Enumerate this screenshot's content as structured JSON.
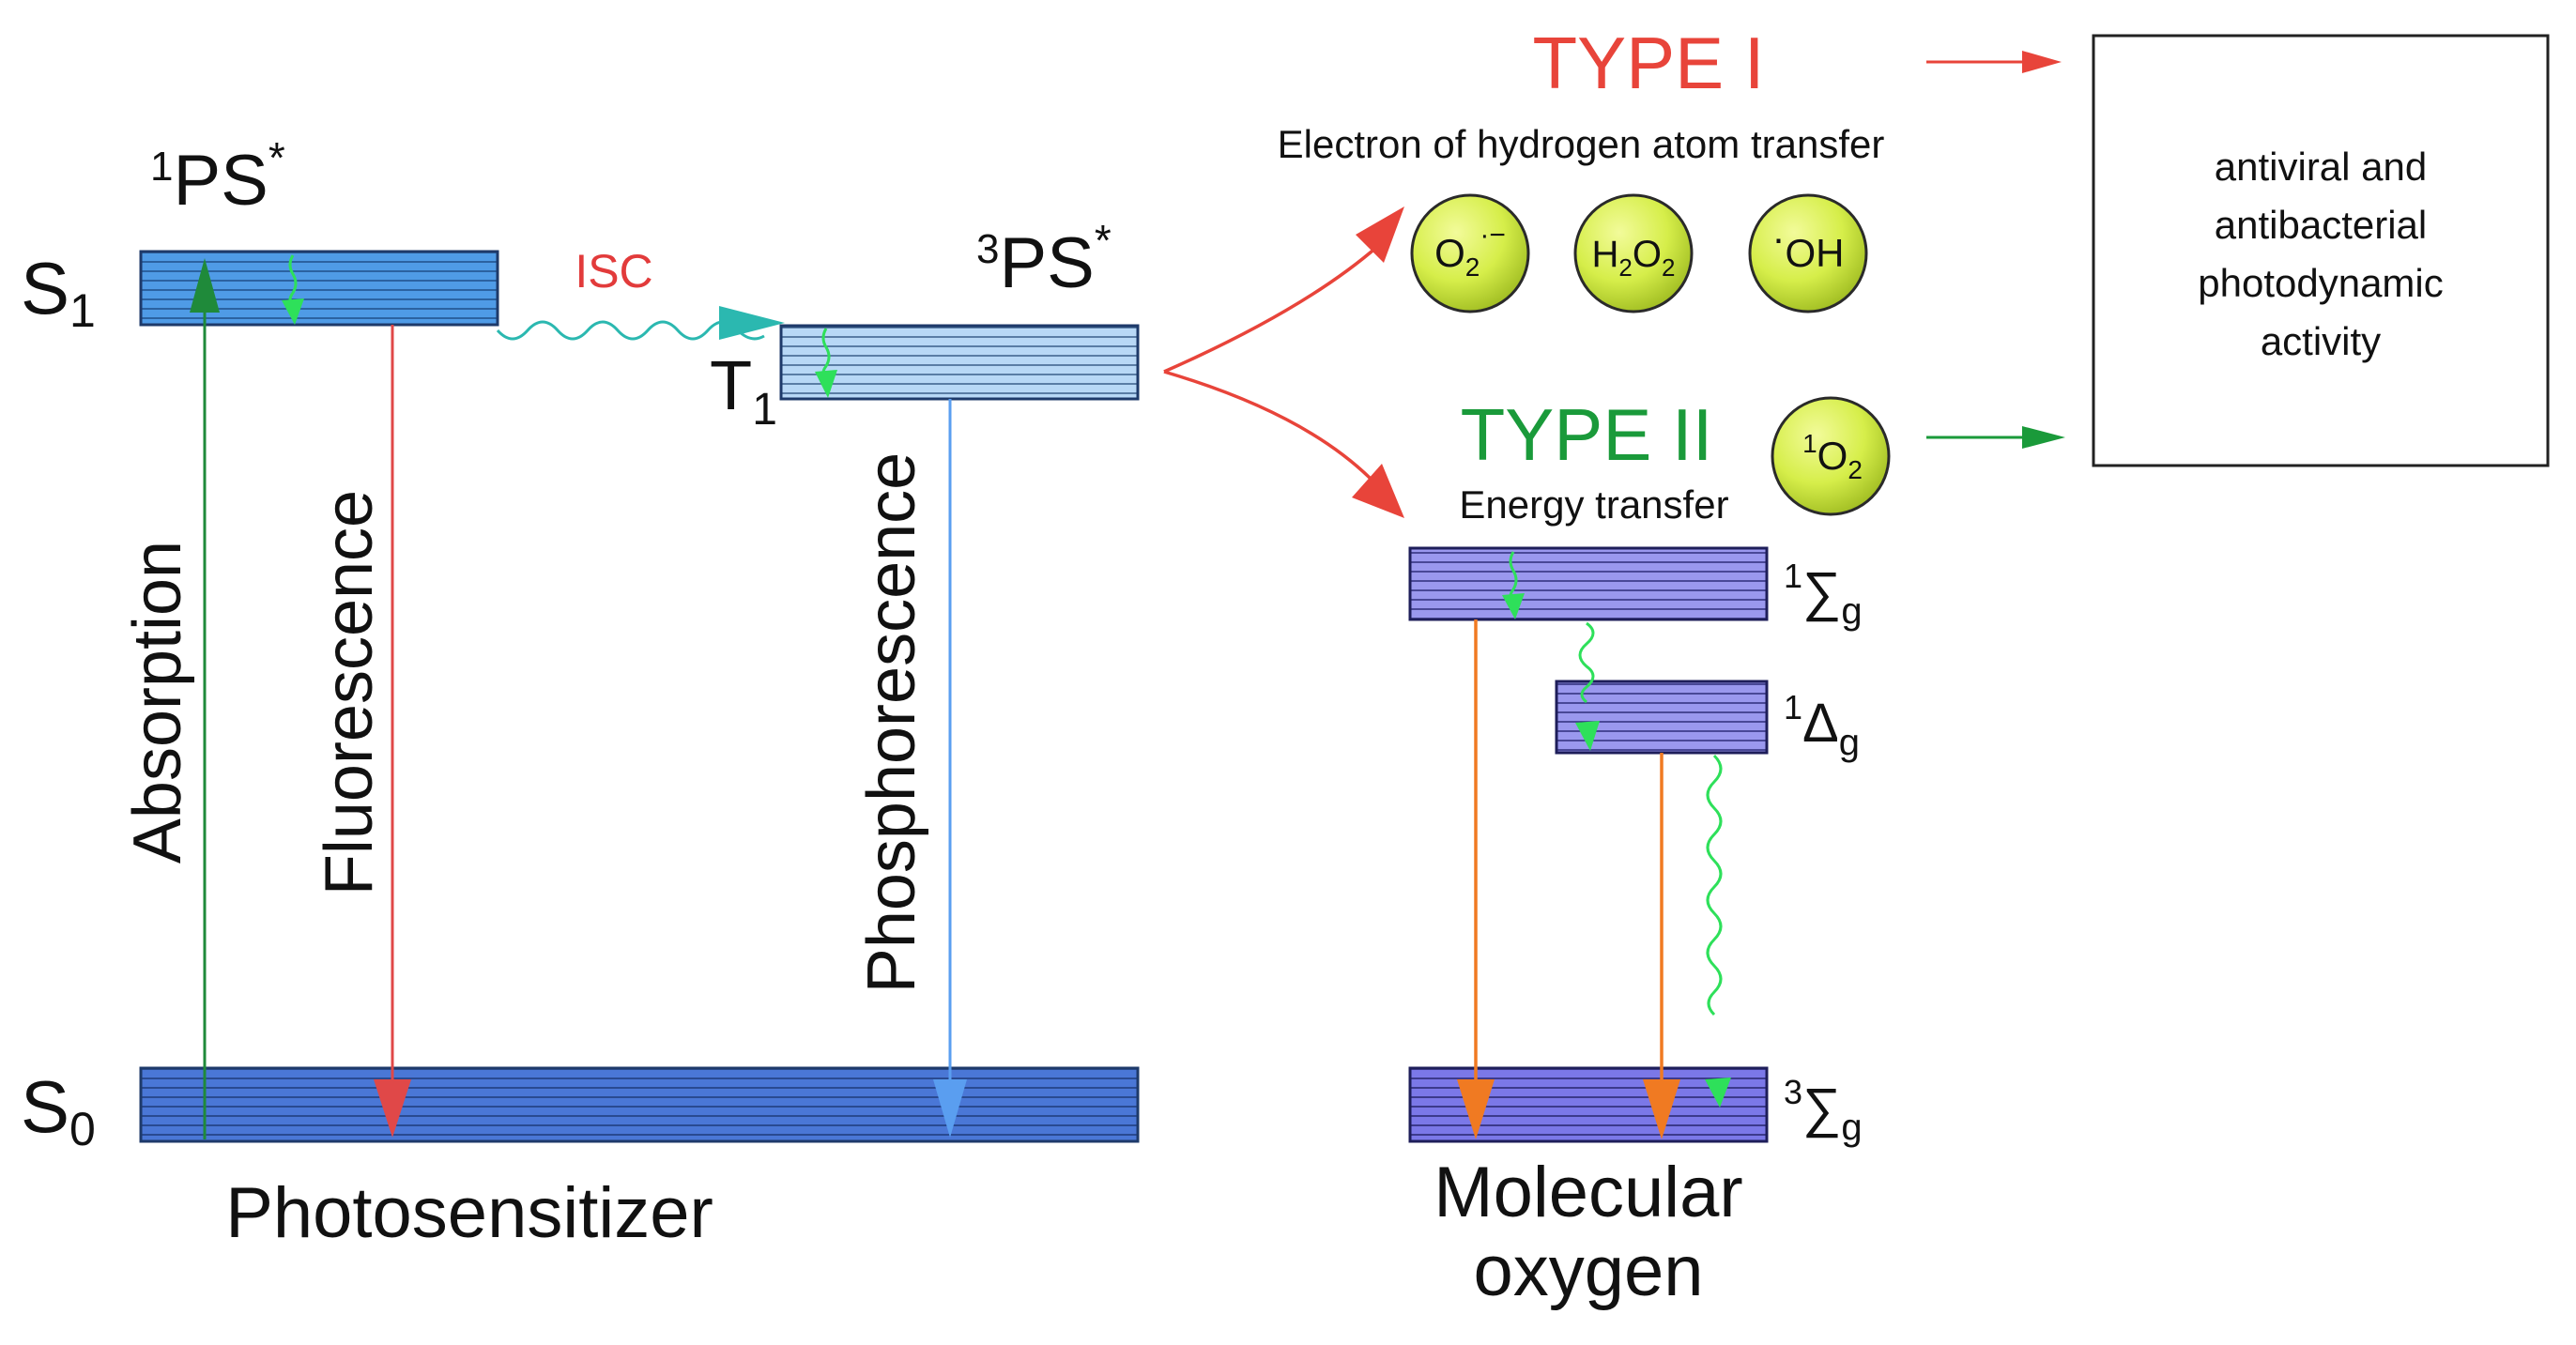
{
  "left": {
    "S1": {
      "main": "S",
      "sub": "1"
    },
    "S0": {
      "main": "S",
      "sub": "0"
    },
    "T1": {
      "main": "T",
      "sub": "1"
    },
    "ps1": {
      "sup": "1",
      "main": "PS",
      "star": "*"
    },
    "ps3": {
      "sup": "3",
      "main": "PS",
      "star": "*"
    },
    "isc": "ISC",
    "absorption": "Absorption",
    "fluorescence": "Fluorescence",
    "phosphorescence": "Phosphorescence",
    "photosensitizer": "Photosensitizer"
  },
  "type1": {
    "title": "TYPE I",
    "subtitle": "Electron of hydrogen atom transfer",
    "species": [
      {
        "main": "O",
        "sub": "2",
        "sup": "·−"
      },
      {
        "p1": "H",
        "s1": "2",
        "p2": "O",
        "s2": "2"
      },
      {
        "dot": "·",
        "main": "OH"
      }
    ]
  },
  "type2": {
    "title": "TYPE II",
    "subtitle": "Energy transfer",
    "species": {
      "sup": "1",
      "main": "O",
      "sub": "2"
    }
  },
  "oxygen": {
    "sigma1": {
      "sup": "1",
      "sym": "∑",
      "sub": "g"
    },
    "delta1": {
      "sup": "1",
      "sym": "Δ",
      "sub": "g"
    },
    "sigma3": {
      "sup": "3",
      "sym": "∑",
      "sub": "g"
    },
    "label_line1": "Molecular",
    "label_line2": "oxygen"
  },
  "result": {
    "line1": "antiviral and",
    "line2": "antibacterial",
    "line3": "photodynamic",
    "line4": "activity"
  },
  "colors": {
    "type1_red": "#e8443a",
    "type2_green": "#1a9a3a",
    "isc_red": "#e23b3b",
    "absorption_green": "#1f8a3a",
    "fluorescence_red": "#e04848",
    "phosphorescence_blue": "#5a9ef0",
    "orange": "#f07a22",
    "wavy_green": "#2ee05a",
    "teal": "#2bb8b0",
    "species_fill": "#d6ee4a"
  }
}
